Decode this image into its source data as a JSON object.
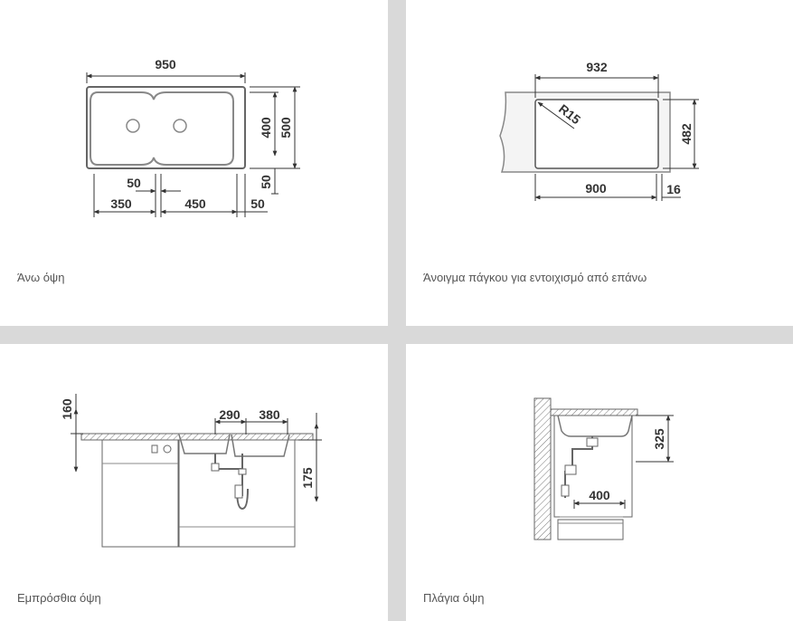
{
  "top_view": {
    "caption": "Άνω όψη",
    "dims": {
      "width": "950",
      "depth": "500",
      "bowl": "400",
      "ledge": "50",
      "drain_gap": "50",
      "left_bowl": "350",
      "right_bowl": "450",
      "right_edge": "50"
    }
  },
  "cutout": {
    "caption": "Άνοιγμα πάγκου για εντοιχισμό από επάνω",
    "dims": {
      "width": "932",
      "depth": "482",
      "radius": "R15",
      "inner": "900",
      "offset": "16"
    }
  },
  "front_view": {
    "caption": "Εμπρόσθια όψη",
    "dims": {
      "height": "160",
      "left_drain": "290",
      "right_drain": "380",
      "depth": "175"
    }
  },
  "side_view": {
    "caption": "Πλάγια όψη",
    "dims": {
      "height": "325",
      "depth": "400"
    }
  },
  "colors": {
    "line": "#333333",
    "steel": "#9a9a9a",
    "background": "#d9d9d9"
  }
}
